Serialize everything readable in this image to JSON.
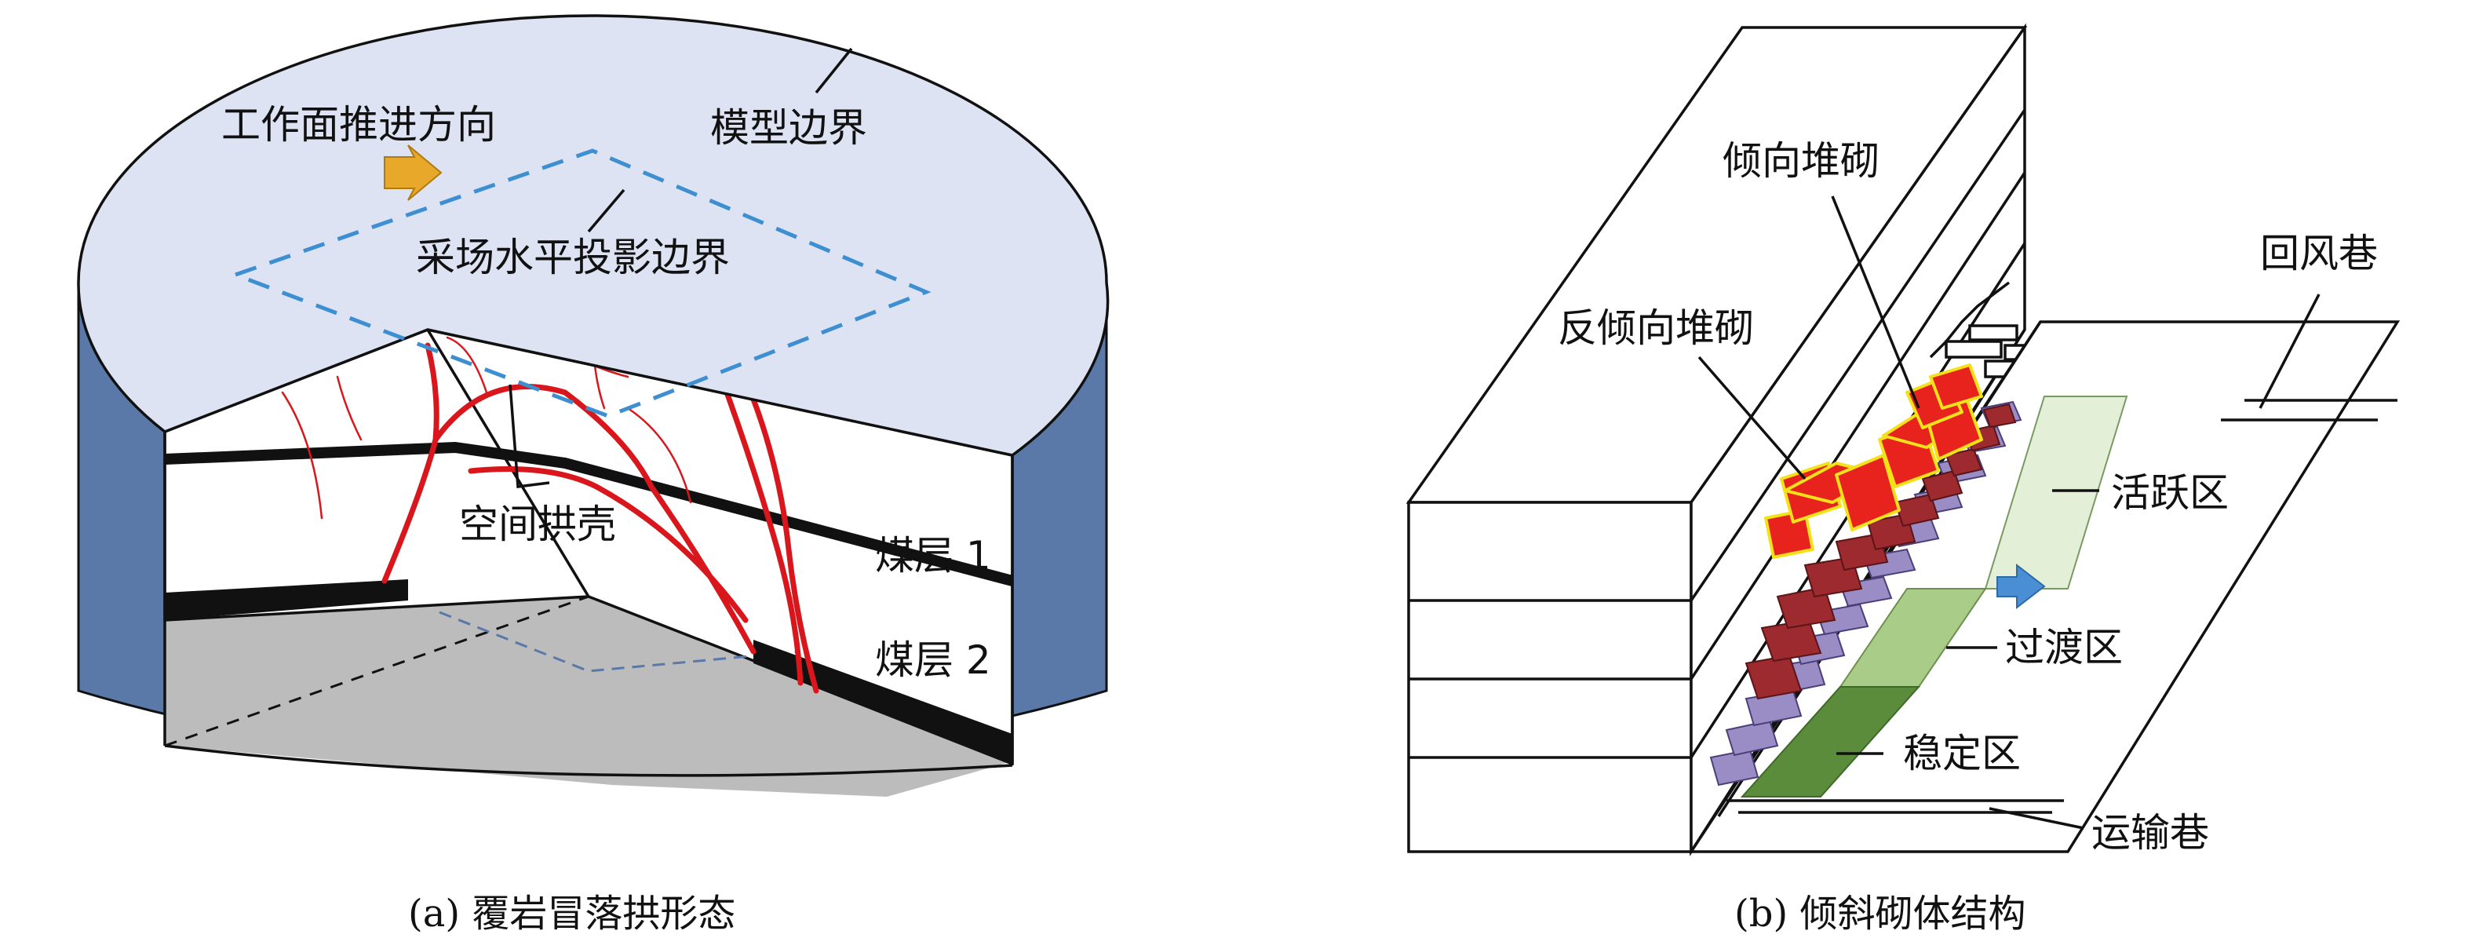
{
  "panel_a": {
    "caption": "(a) 覆岩冒落拱形态",
    "labels": {
      "advance_direction": "工作面推进方向",
      "model_boundary": "模型边界",
      "stope_projection": "采场水平投影边界",
      "spatial_arch_shell": "空间拱壳",
      "coal_seam_1": "煤层 1",
      "coal_seam_2": "煤层 2"
    }
  },
  "panel_b": {
    "caption": "(b) 倾斜砌体结构",
    "labels": {
      "inclined_masonry": "倾向堆砌",
      "anti_inclined_masonry": "反倾向堆砌",
      "return_airway": "回风巷",
      "active_zone": "活跃区",
      "transition_zone": "过渡区",
      "stable_zone": "稳定区",
      "haulage_roadway": "运输巷"
    }
  },
  "colors": {
    "cylinder_side": "#5a78a8",
    "cylinder_top": "#dde3f2",
    "floor": "#bcbcbc",
    "fracture": "#d9161c",
    "projection_dash": "#3d8fd1",
    "arrow": "#e8a92a",
    "block_red": "#e8231e",
    "block_outline": "#f3e21a",
    "block_dark_red": "#9c2a2e",
    "block_purple": "#9a8dc6",
    "active_zone": "#e3efd7",
    "transition_zone": "#a9cc88",
    "stable_zone": "#5b8c3c"
  }
}
